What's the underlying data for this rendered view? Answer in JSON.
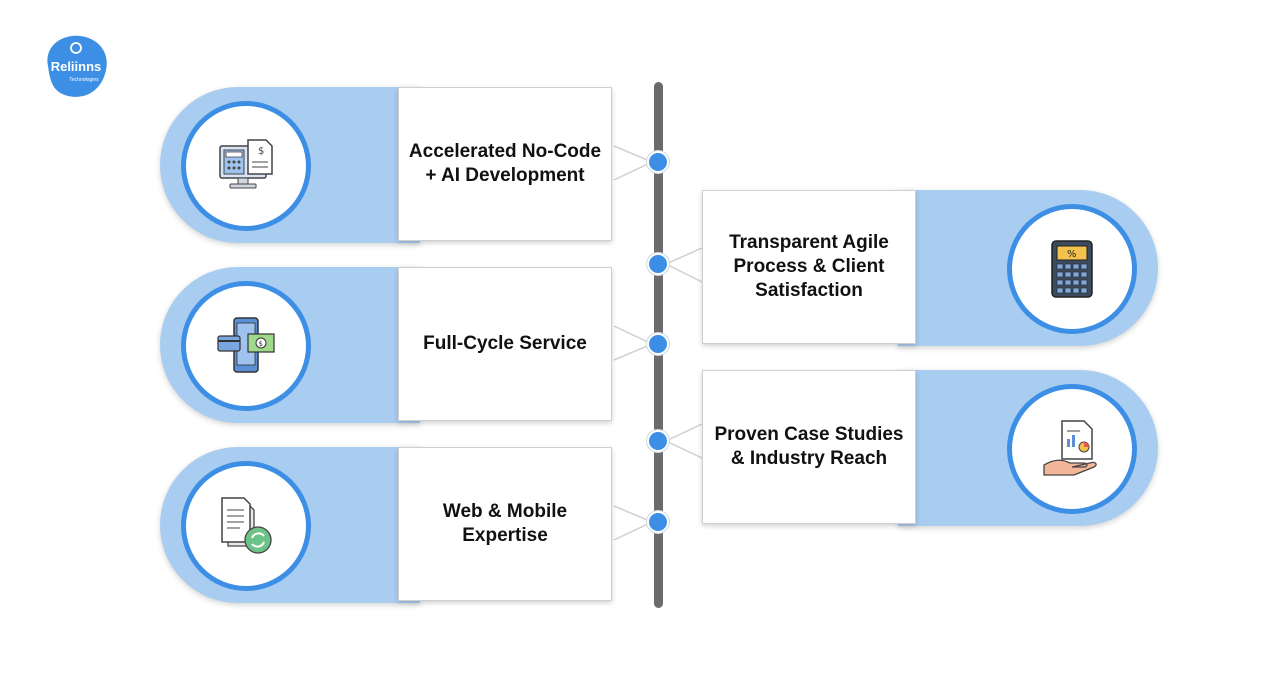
{
  "logo": {
    "text": "Reliinns",
    "subtext": "Technologies"
  },
  "colors": {
    "accent": "#3d8fe6",
    "pill": "#a9cdf1",
    "spine": "#6b6b6b"
  },
  "items": [
    {
      "label": "Accelerated No-Code + AI Development",
      "icon": "computer-invoice-icon",
      "side": "left"
    },
    {
      "label": "Transparent Agile Process & Client Satisfaction",
      "icon": "calculator-icon",
      "side": "right"
    },
    {
      "label": "Full-Cycle Service",
      "icon": "mobile-payment-icon",
      "side": "left"
    },
    {
      "label": "Proven Case Studies & Industry Reach",
      "icon": "report-hand-icon",
      "side": "right"
    },
    {
      "label": "Web & Mobile Expertise",
      "icon": "document-sync-icon",
      "side": "left"
    }
  ]
}
